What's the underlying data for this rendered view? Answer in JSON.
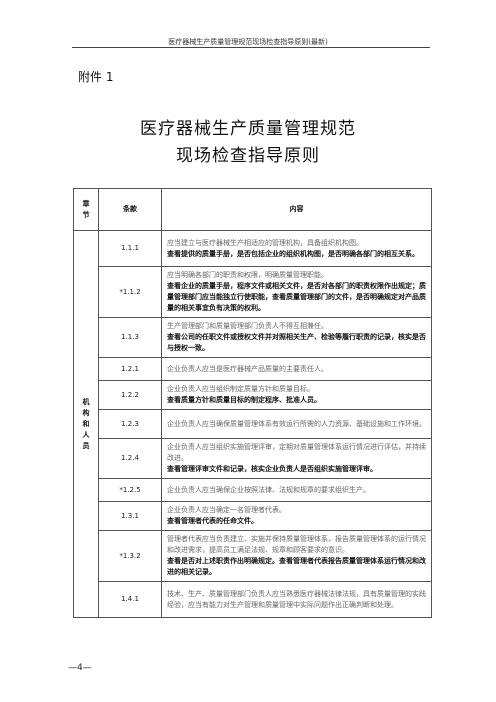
{
  "header": {
    "running_title": "医疗器械生产质量管理规范现场检查指导原则(最新)"
  },
  "attachment_label": "附件 1",
  "title": {
    "line1": "医疗器械生产质量管理规范",
    "line2": "现场检查指导原则"
  },
  "table": {
    "headers": {
      "chapter_line1": "章",
      "chapter_line2": "节",
      "clause": "条款",
      "content": "内容"
    },
    "chapter_name_chars": [
      "机",
      "构",
      "和",
      "人",
      "员"
    ],
    "rows": [
      {
        "code": "1.1.1",
        "plain": "应当建立与医疗器械生产相适应的管理机构，具备组织机构图。",
        "strong": "查看提供的质量手册，是否包括企业的组织机构图，是否明确各部门的相互关系。"
      },
      {
        "code": "*1.1.2",
        "plain": "应当明确各部门的职责和权限，明确质量管理职能。",
        "strong": "查看企业的质量手册，程序文件或相关文件，是否对各部门的职责权限作出规定；质量管理部门应当能独立行使职能，查看质量管理部门的文件，是否明确规定对产品质量的相关事宜负有决策的权利。"
      },
      {
        "code": "1.1.3",
        "plain": "生产管理部门和质量管理部门负责人不得互相兼任。",
        "strong": "查看公司的任职文件或授权文件并对照相关生产、检验等履行职责的记录，核实是否与授权一致。"
      },
      {
        "code": "1.2.1",
        "plain": "企业负责人应当是医疗器械产品质量的主要责任人。",
        "strong": ""
      },
      {
        "code": "1.2.2",
        "plain": "企业负责人应当组织制定质量方针和质量目标。",
        "strong": "查看质量方针和质量目标的制定程序、批准人员。"
      },
      {
        "code": "1.2.3",
        "plain": "企业负责人应当确保质量管理体系有效运行所需的人力资源、基础设施和工作环境。",
        "strong": ""
      },
      {
        "code": "1.2.4",
        "plain": "企业负责人应当组织实施管理评审，定期对质量管理体系运行情况进行评估，并持续改进。",
        "strong": "查看管理评审文件和记录，核实企业负责人是否组织实施管理评审。"
      },
      {
        "code": "*1.2.5",
        "plain": "企业负责人应当确保企业按照法律、法规和规章的要求组织生产。",
        "strong": ""
      },
      {
        "code": "1.3.1",
        "plain": "企业负责人应当确定一名管理者代表。",
        "strong": "查看管理者代表的任命文件。"
      },
      {
        "code": "*1.3.2",
        "plain": "管理者代表应当负责建立、实施并保持质量管理体系，报告质量管理体系的运行情况和改进需求，提高员工满足法规、规章和顾客要求的意识。",
        "strong": "查看是否对上述职责作出明确规定。查看管理者代表报告质量管理体系运行情况和改进的相关记录。"
      },
      {
        "code": "1.4.1",
        "plain": "技术、生产、质量管理部门负责人应当熟悉医疗器械法律法规，具有质量管理的实践经验，应当有能力对生产管理和质量管理中实际问题作出正确判断和处理。",
        "strong": ""
      }
    ]
  },
  "footer": {
    "page_number": "—4—"
  }
}
